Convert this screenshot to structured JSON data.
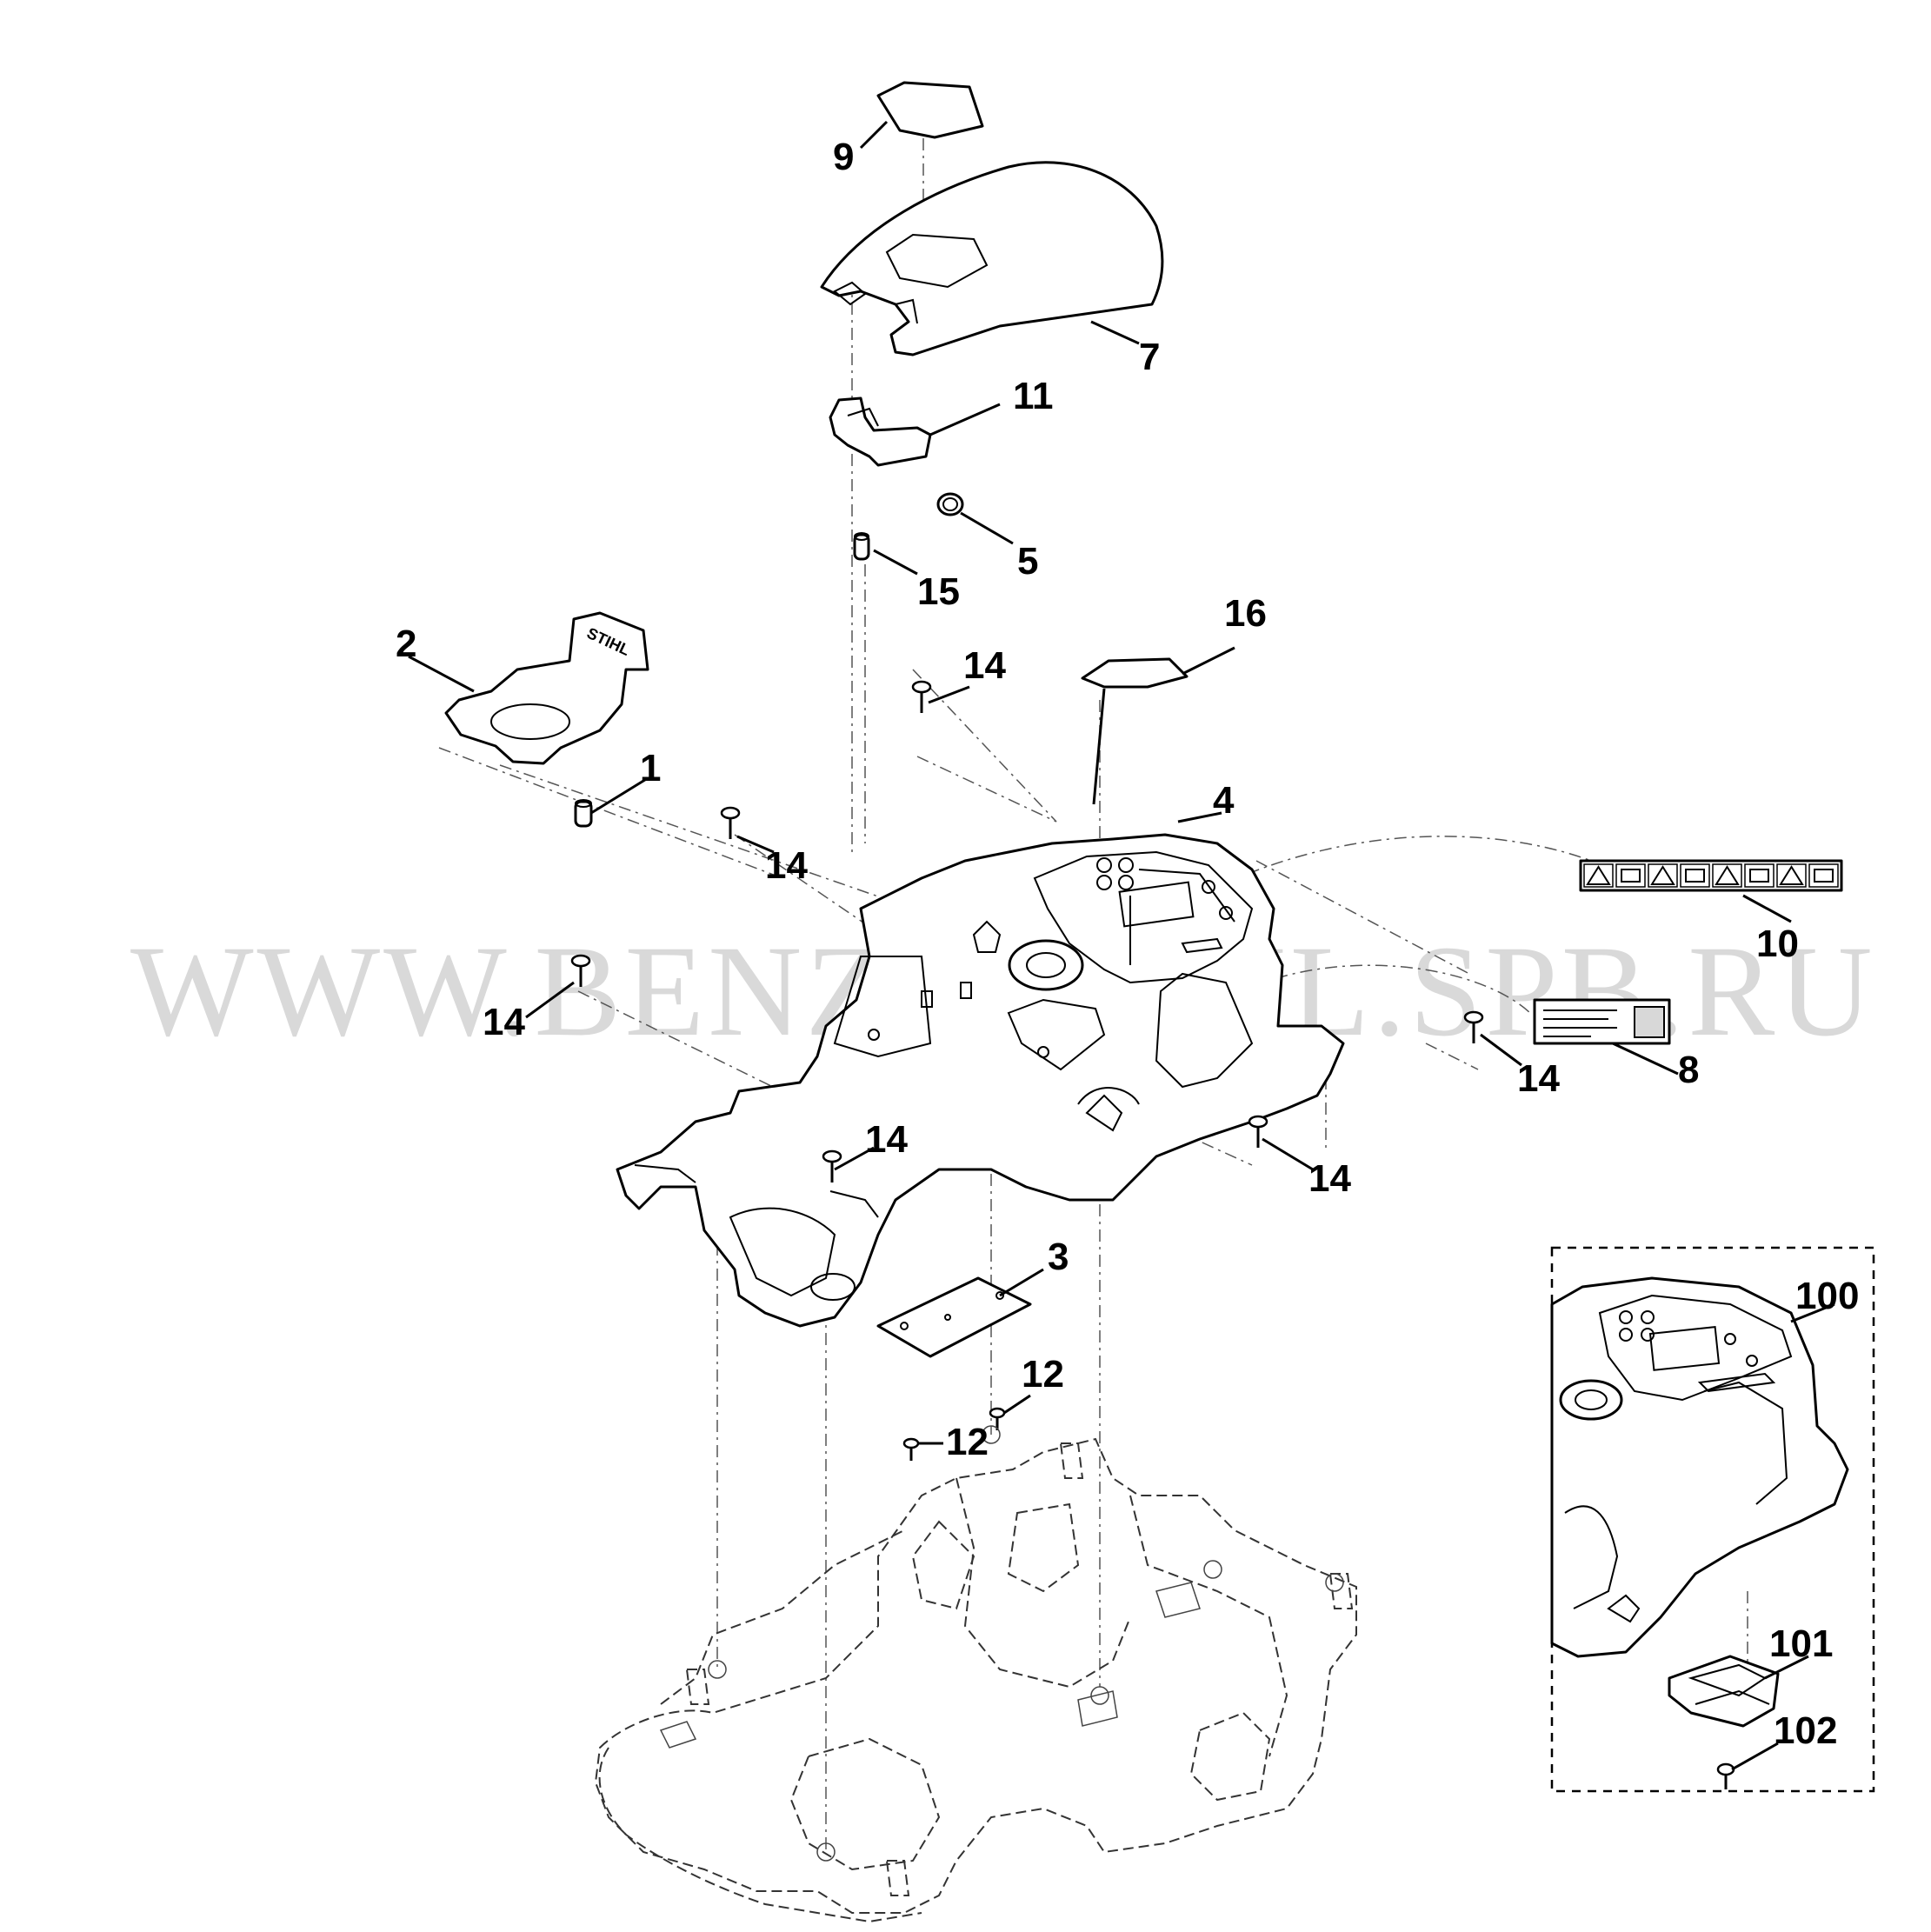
{
  "watermark": "WWW.BENZOSTIHL.SPB.RU",
  "cover_text": "STIHL",
  "callouts": {
    "c1": "1",
    "c2": "2",
    "c3": "3",
    "c4": "4",
    "c5": "5",
    "c7": "7",
    "c8": "8",
    "c9": "9",
    "c10": "10",
    "c11": "11",
    "c12a": "12",
    "c12b": "12",
    "c14a": "14",
    "c14b": "14",
    "c14c": "14",
    "c14d": "14",
    "c14e": "14",
    "c14f": "14",
    "c15": "15",
    "c16": "16",
    "c100": "100",
    "c101": "101",
    "c102": "102"
  },
  "warning_icons": [
    "warning-icon",
    "manual-icon",
    "warning-icon",
    "distance-icon",
    "warning-icon",
    "child-icon",
    "warning-icon",
    "blade-icon"
  ],
  "colors": {
    "line": "#000000",
    "watermark": "#d9d9d9",
    "label_fill": "#d8d8d8"
  }
}
